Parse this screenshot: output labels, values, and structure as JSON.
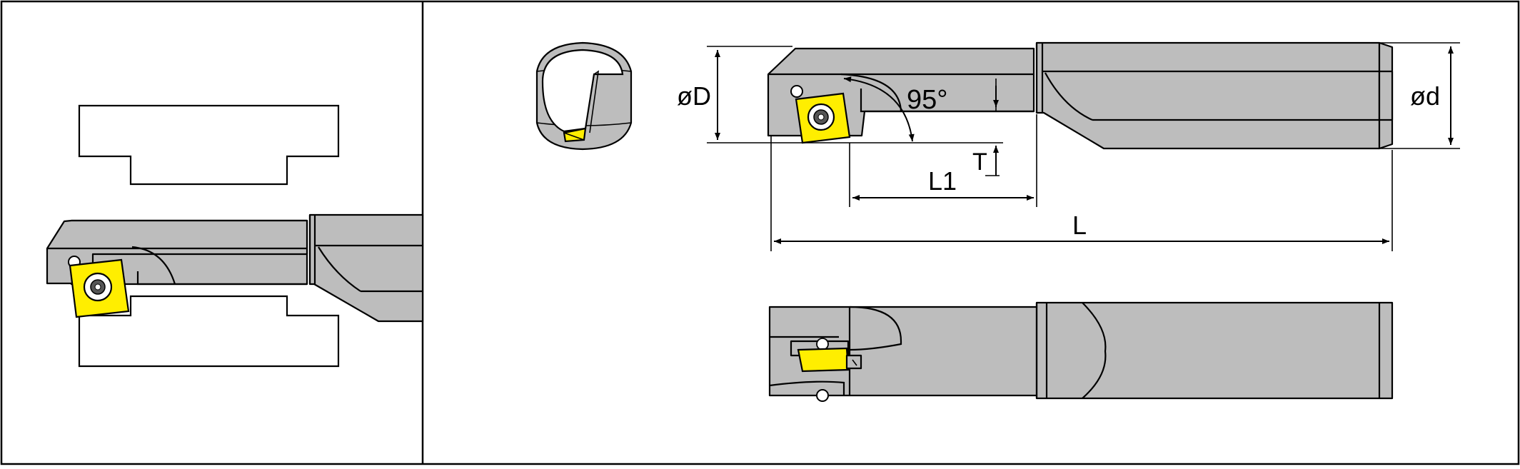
{
  "labels": {
    "bore_diameter": "øD",
    "angle": "95°",
    "shank_diameter": "ød",
    "t_dim": "T",
    "l1_dim": "L1",
    "l_dim": "L"
  },
  "colors": {
    "tool_body": "#bdbdbd",
    "insert": "#ffee00",
    "line": "#000000",
    "background": "#ffffff"
  },
  "icons": {
    "insert_screw": "torx-screw-icon",
    "coolant_hole": "coolant-hole-icon"
  }
}
